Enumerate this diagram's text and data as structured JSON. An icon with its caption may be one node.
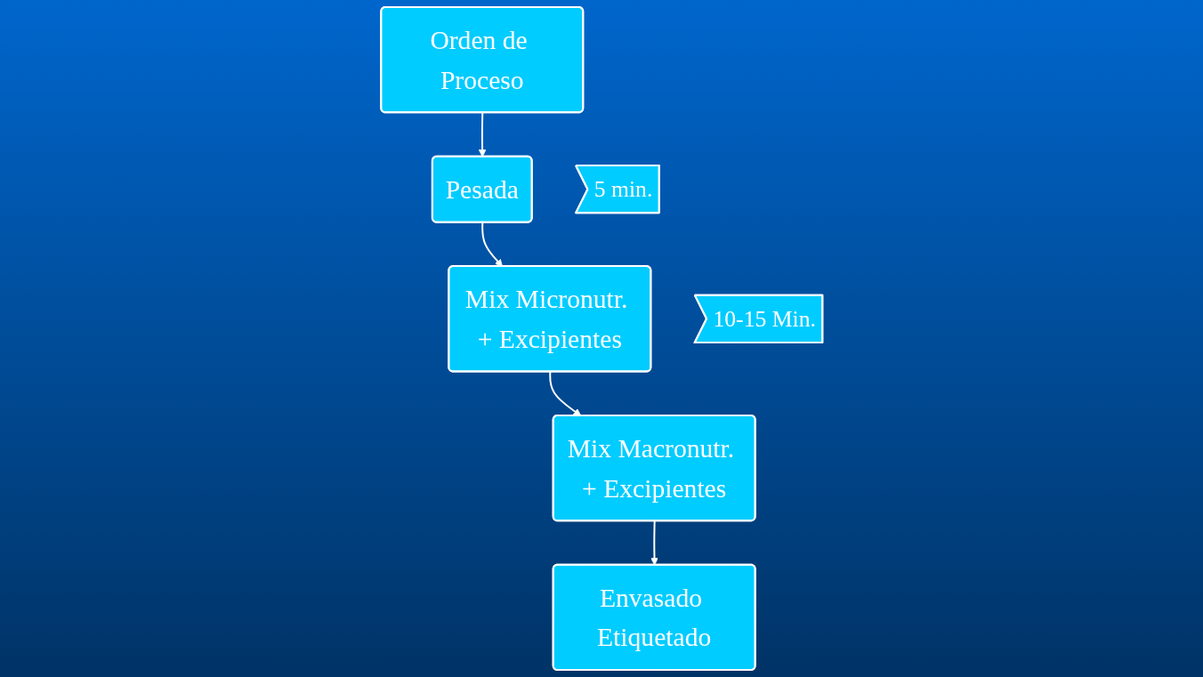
{
  "diagram": {
    "nodes": [
      {
        "text": [
          "Orden de Proceso"
        ]
      },
      {
        "text": [
          "Pesada"
        ]
      },
      {
        "text": [
          "Mix Micronutr. + Excipientes"
        ],
        "beside": [
          "5 min."
        ]
      },
      {
        "text": [
          "Mix Macronutr. + Excipientes"
        ],
        "beside": [
          "10-15 Min."
        ]
      },
      {
        "text": [
          "Envasado Etiquetado"
        ]
      }
    ],
    "edges": [
      {
        "from": 0,
        "to": 1,
        "arrow": "to"
      },
      {
        "from": 1,
        "to": 2,
        "arrow": "to"
      },
      {
        "from": 2,
        "to": 3,
        "arrow": "to"
      },
      {
        "from": 3,
        "to": 4,
        "arrow": "to"
      }
    ]
  }
}
